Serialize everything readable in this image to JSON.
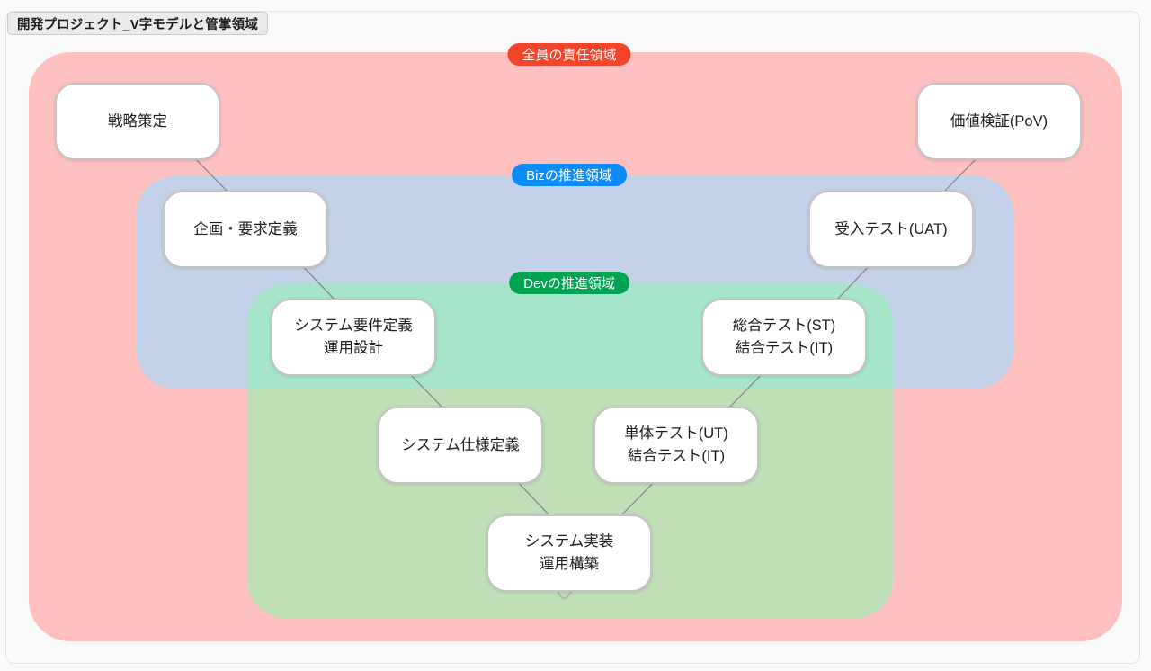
{
  "frame": {
    "title": "開発プロジェクト_V字モデルと管掌領域"
  },
  "regions": [
    {
      "id": "all",
      "label": "全員の責任領域",
      "color": "#f4452b",
      "fill": "#ffc0c0"
    },
    {
      "id": "biz",
      "label": "Bizの推進領域",
      "color": "#0a8cfa",
      "fill": "#c3d2e8"
    },
    {
      "id": "dev",
      "label": "Devの推進領域",
      "color": "#00a352",
      "fill": "#a6e5c9"
    }
  ],
  "nodes": [
    {
      "id": "strategy",
      "line1": "戦略策定",
      "line2": ""
    },
    {
      "id": "planning",
      "line1": "企画・要求定義",
      "line2": ""
    },
    {
      "id": "sysreq",
      "line1": "システム要件定義",
      "line2": "運用設計"
    },
    {
      "id": "sysspec",
      "line1": "システム仕様定義",
      "line2": ""
    },
    {
      "id": "implement",
      "line1": "システム実装",
      "line2": "運用構築"
    },
    {
      "id": "unittest",
      "line1": "単体テスト(UT)",
      "line2": "結合テスト(IT)"
    },
    {
      "id": "systest",
      "line1": "総合テスト(ST)",
      "line2": "結合テスト(IT)"
    },
    {
      "id": "uat",
      "line1": "受入テスト(UAT)",
      "line2": ""
    },
    {
      "id": "pov",
      "line1": "価値検証(PoV)",
      "line2": ""
    }
  ]
}
